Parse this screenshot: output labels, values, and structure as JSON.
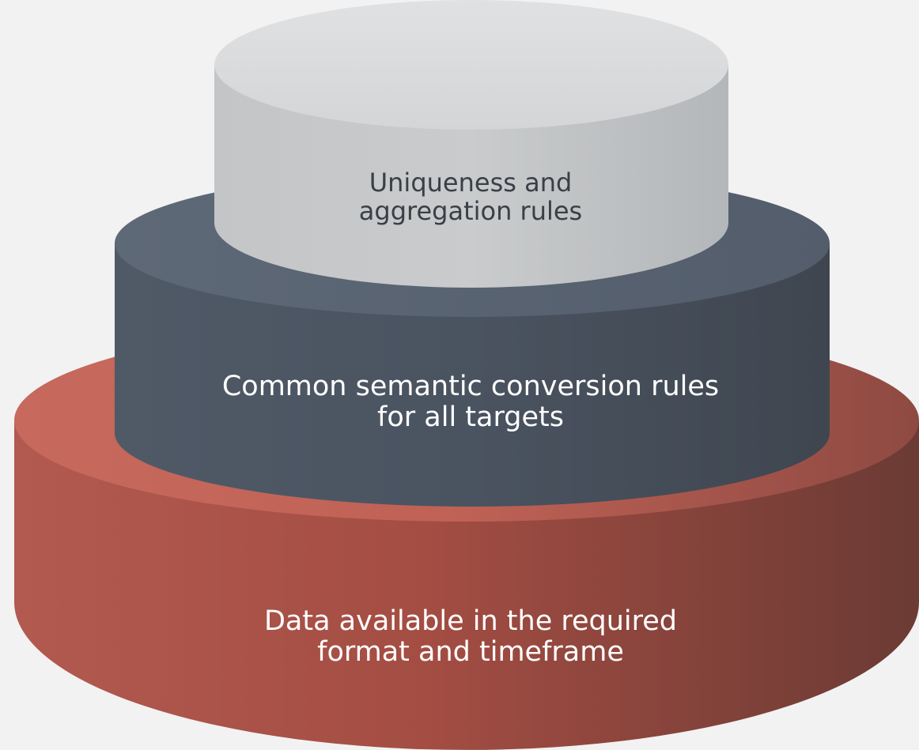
{
  "diagram": {
    "tiers": [
      {
        "id": "top",
        "lines": [
          "Uniqueness and",
          "aggregation rules"
        ],
        "color": "#c8cacb"
      },
      {
        "id": "middle",
        "lines": [
          "Common semantic conversion rules",
          "for all targets"
        ],
        "color": "#4c5663"
      },
      {
        "id": "bottom",
        "lines": [
          "Data available in the required",
          "format and timeframe"
        ],
        "color": "#ab5348"
      }
    ],
    "colors": {
      "background": "#f2f2f2",
      "top_label": "#3a3f47",
      "lower_labels": "#ffffff"
    }
  }
}
